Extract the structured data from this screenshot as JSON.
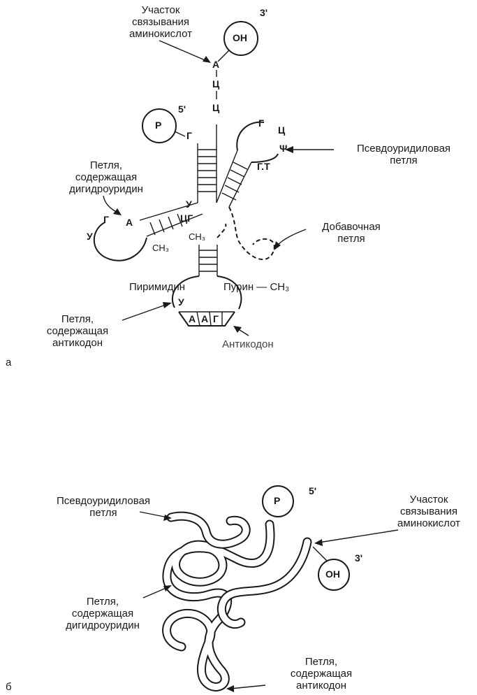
{
  "panel_a": {
    "tag": "а",
    "labels": {
      "amino_site": [
        "Участок",
        "связывания",
        "аминокислот"
      ],
      "pseudo_loop": [
        "Псевдоуридиловая",
        "петля"
      ],
      "dihydro_loop": [
        "Петля,",
        "содержащая",
        "дигидроуридин"
      ],
      "extra_loop": [
        "Добавочная",
        "петля"
      ],
      "pyrimidine": "Пиримидин",
      "purine": "Пурин — СН₃",
      "anticodon_loop": [
        "Петля,",
        "содержащая",
        "антикодон"
      ],
      "anticodon": "Антикодон"
    },
    "oh": "ОН",
    "p": "Р",
    "prime3": "3'",
    "prime5": "5'",
    "acceptor_seq": [
      "А",
      "Ц",
      "Ц"
    ],
    "nucleotides": {
      "g5": "Г",
      "g_t": "Г",
      "c_t": "Ц",
      "psi": "Ψ",
      "gt": "Г.Т",
      "u_mid": "У",
      "g_d": "Г",
      "a_d": "А",
      "u_d": "У",
      "cg": "ЦГ",
      "ch3_left": "СН₃",
      "ch3_mid": "СН₃",
      "u_ac": "У",
      "anticodon_bases": [
        "А",
        "А",
        "Г"
      ]
    }
  },
  "panel_b": {
    "tag": "б",
    "labels": {
      "pseudo_loop": [
        "Псевдоуридиловая",
        "петля"
      ],
      "amino_site": [
        "Участок",
        "связывания",
        "аминокислот"
      ],
      "dihydro_loop": [
        "Петля,",
        "содержащая",
        "дигидроуридин"
      ],
      "anticodon_loop": [
        "Петля,",
        "содержащая",
        "антикодон"
      ]
    },
    "p": "Р",
    "oh": "ОН",
    "prime5": "5'",
    "prime3": "3'"
  }
}
